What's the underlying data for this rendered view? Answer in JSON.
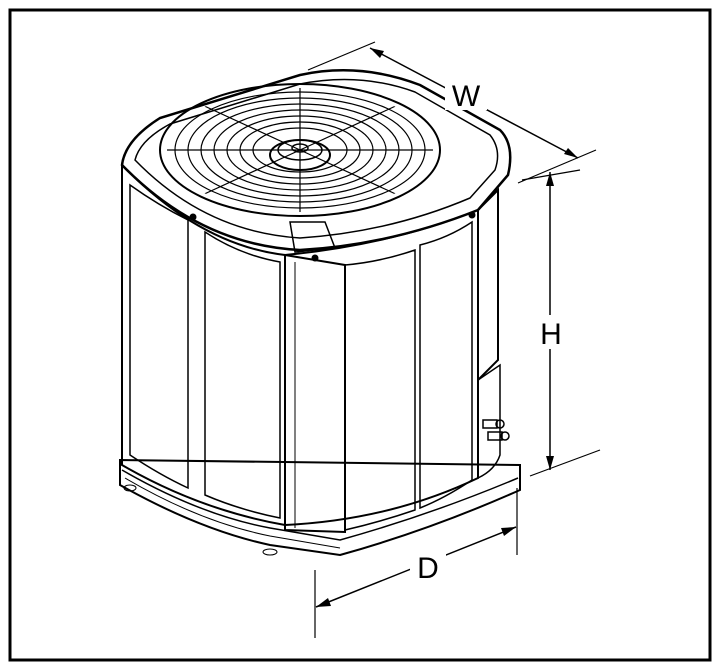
{
  "figure": {
    "dimension_labels": {
      "width": "W",
      "height": "H",
      "depth": "D"
    },
    "subject_icon": "ac-condenser-unit-icon"
  }
}
